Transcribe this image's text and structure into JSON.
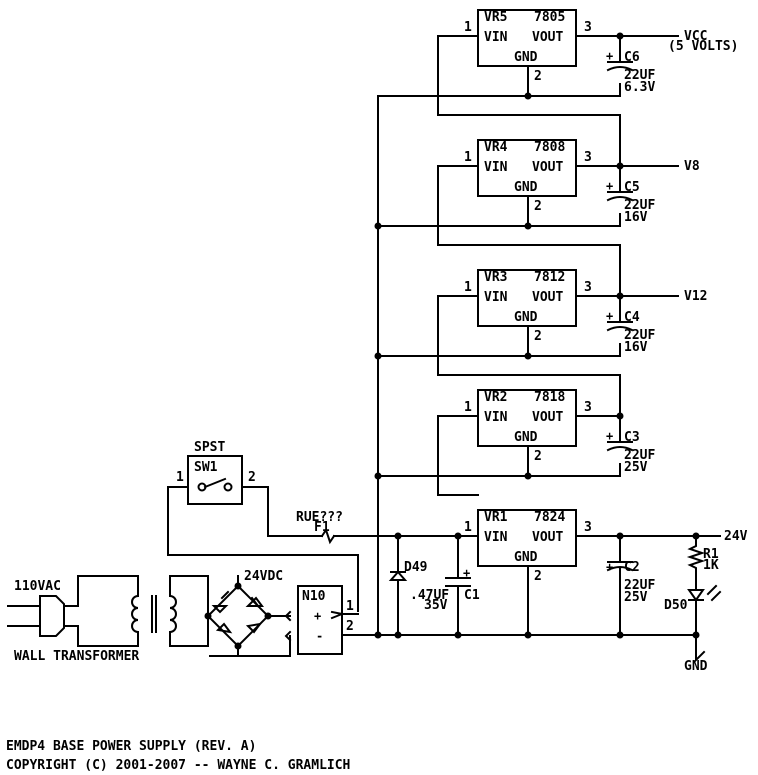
{
  "regulators": [
    {
      "ref": "VR5",
      "part": "7805",
      "vin": "VIN",
      "vout": "VOUT",
      "gnd": "GND",
      "pin_in": "1",
      "pin_gnd": "2",
      "pin_out": "3",
      "cap_ref": "C6",
      "cap_value": "22UF",
      "cap_voltage": "6.3V",
      "output_label": "VCC",
      "output_sub": "(5 VOLTS)"
    },
    {
      "ref": "VR4",
      "part": "7808",
      "vin": "VIN",
      "vout": "VOUT",
      "gnd": "GND",
      "pin_in": "1",
      "pin_gnd": "2",
      "pin_out": "3",
      "cap_ref": "C5",
      "cap_value": "22UF",
      "cap_voltage": "16V",
      "output_label": "V8"
    },
    {
      "ref": "VR3",
      "part": "7812",
      "vin": "VIN",
      "vout": "VOUT",
      "gnd": "GND",
      "pin_in": "1",
      "pin_gnd": "2",
      "pin_out": "3",
      "cap_ref": "C4",
      "cap_value": "22UF",
      "cap_voltage": "16V",
      "output_label": "V12"
    },
    {
      "ref": "VR2",
      "part": "7818",
      "vin": "VIN",
      "vout": "VOUT",
      "gnd": "GND",
      "pin_in": "1",
      "pin_gnd": "2",
      "pin_out": "3",
      "cap_ref": "C3",
      "cap_value": "22UF",
      "cap_voltage": "25V"
    },
    {
      "ref": "VR1",
      "part": "7824",
      "vin": "VIN",
      "vout": "VOUT",
      "gnd": "GND",
      "pin_in": "1",
      "pin_gnd": "2",
      "pin_out": "3",
      "cap_ref": "C2",
      "cap_value": "22UF",
      "cap_voltage": "25V",
      "output_label": "24V"
    }
  ],
  "switch": {
    "type": "SPST",
    "ref": "SW1",
    "pin1": "1",
    "pin2": "2"
  },
  "fuse": {
    "part": "RUE???",
    "ref": "F1"
  },
  "diode": {
    "ref": "D49"
  },
  "input_cap": {
    "ref": "C1",
    "value": ".47UF",
    "voltage": "35V"
  },
  "resistor": {
    "ref": "R1",
    "value": "1K"
  },
  "led": {
    "ref": "D50"
  },
  "ground_label": "GND",
  "connector": {
    "ref": "N10",
    "pin1": "1",
    "pin2": "2"
  },
  "transformer": {
    "input_label": "110VAC",
    "output_label": "24VDC",
    "caption": "WALL TRANSFORMER"
  },
  "footer": {
    "title": "EMDP4 BASE POWER SUPPLY (REV. A)",
    "copyright": "COPYRIGHT (C) 2001-2007 -- WAYNE C. GRAMLICH"
  }
}
